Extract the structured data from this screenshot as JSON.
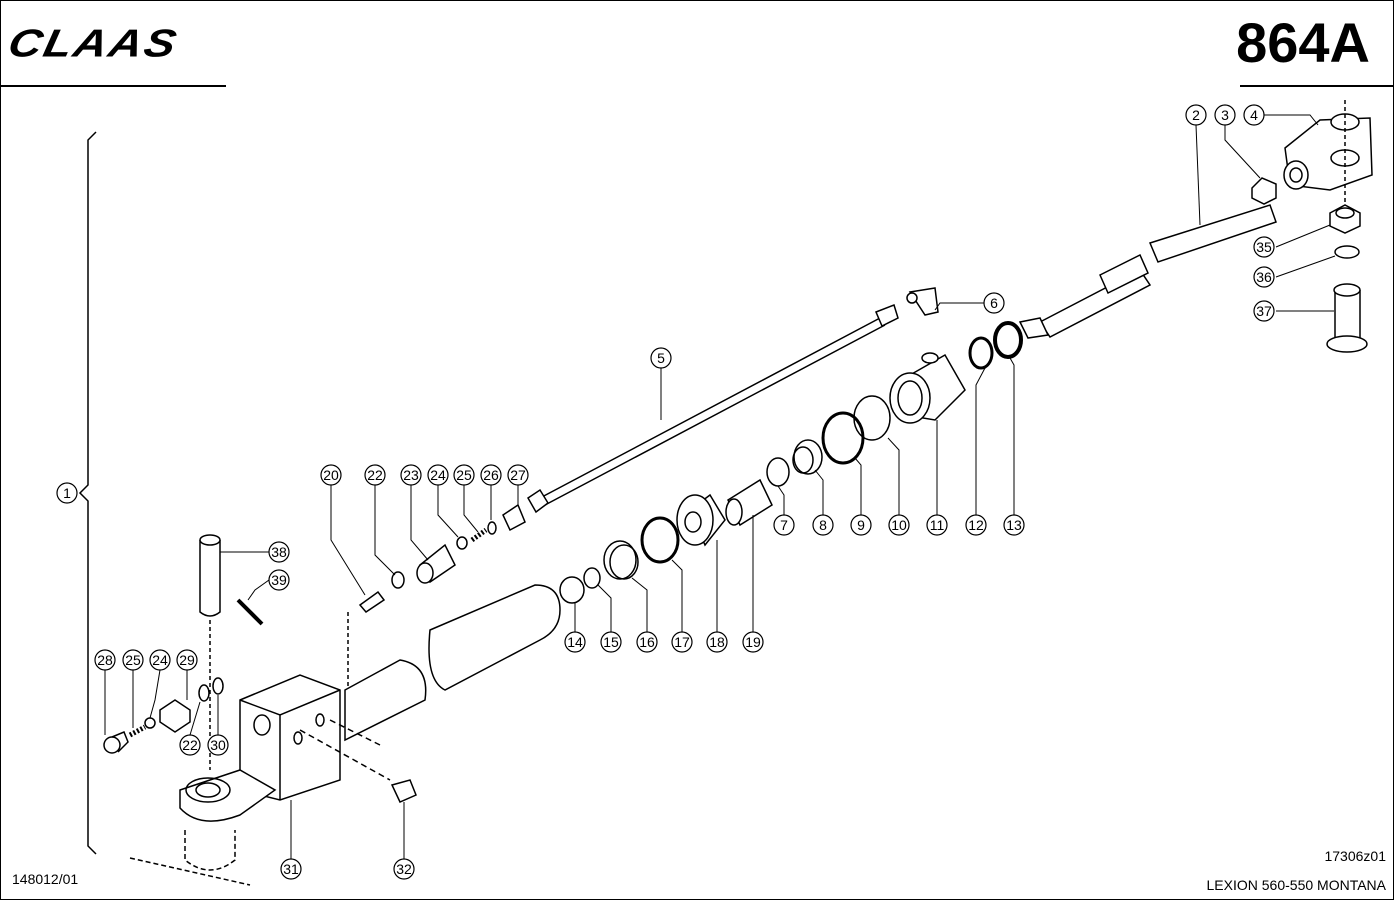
{
  "header": {
    "brand": "CLAAS",
    "page_number": "864A"
  },
  "footer": {
    "left_code": "148012/01",
    "drawing_number": "17306z01",
    "model": "LEXION 560-550 MONTANA"
  },
  "callouts": [
    "1",
    "2",
    "3",
    "4",
    "35",
    "36",
    "37",
    "6",
    "5",
    "20",
    "22",
    "23",
    "24",
    "25",
    "26",
    "27",
    "7",
    "8",
    "9",
    "10",
    "11",
    "12",
    "13",
    "38",
    "39",
    "14",
    "15",
    "16",
    "17",
    "18",
    "19",
    "28",
    "25",
    "24",
    "29",
    "22",
    "30",
    "31",
    "32"
  ]
}
